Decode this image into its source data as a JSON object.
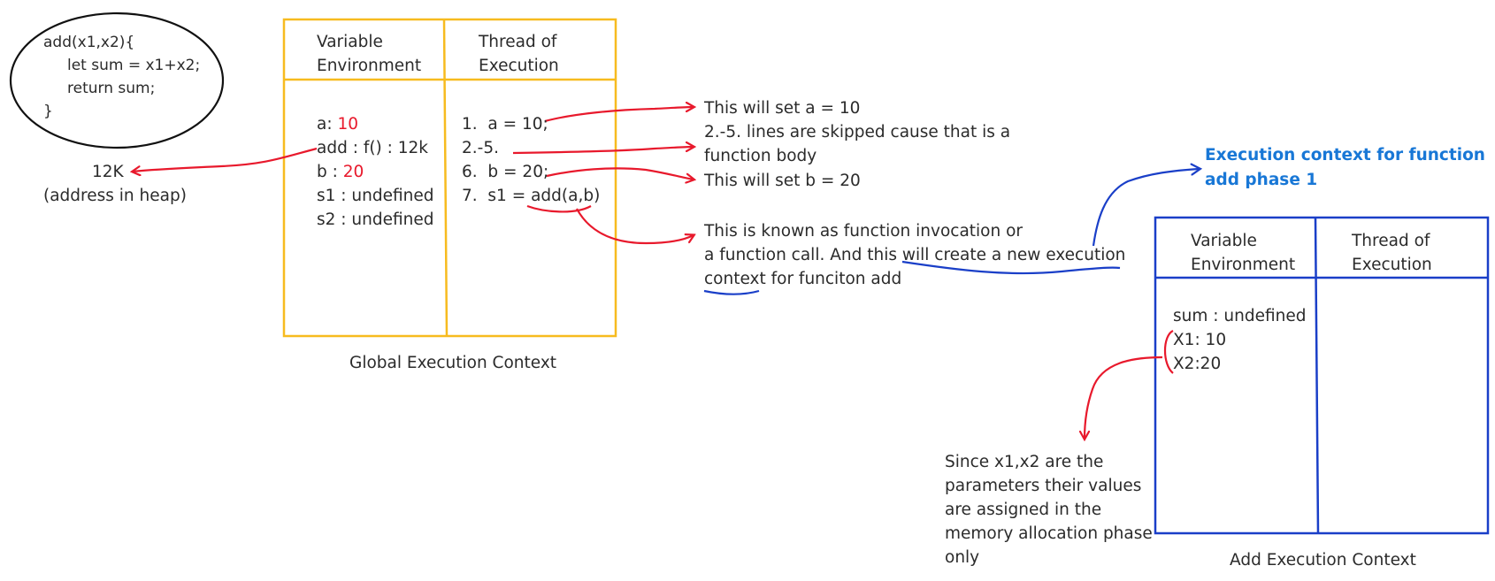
{
  "colors": {
    "global_box": "#f7bb1f",
    "add_box": "#1a3fc8",
    "arrow": "#e8192c",
    "highlight": "#1877d6",
    "text": "#2b2b2b"
  },
  "function_code": {
    "line1": "add(x1,x2){",
    "line2": "let sum = x1+x2;",
    "line3": "return sum;",
    "line4": "}"
  },
  "heap": {
    "address": "12K",
    "note": "(address in heap)"
  },
  "global_context": {
    "caption": "Global Execution Context",
    "var_env_header": "Variable\nEnvironment",
    "thread_header": "Thread of\nExecution",
    "variables": {
      "a_label": "a:",
      "a_value": "10",
      "add": "add : f() : 12k",
      "b_label": "b :",
      "b_value": "20",
      "s1": "s1 : undefined",
      "s2": "s2 : undefined"
    },
    "thread_lines": [
      "1.  a = 10;",
      "2.-5.",
      "6.  b = 20;",
      "7.  s1 = add(a,b)"
    ]
  },
  "annotations": {
    "set_a": "This will set a = 10",
    "skipped": "2.-5. lines are skipped cause that is a\nfunction body",
    "set_b": "This will set b = 20",
    "invocation_line1": "This is known as function invocation or",
    "invocation_line2": "a function call. And this will create a new execution",
    "invocation_line3": "context for funciton add"
  },
  "phase_title": "Execution context for function\nadd phase 1",
  "add_context": {
    "caption": "Add Execution Context",
    "var_env_header": "Variable\nEnvironment",
    "thread_header": "Thread of\nExecution",
    "variables": {
      "sum": "sum : undefined",
      "x1": "X1: 10",
      "x2": "X2:20"
    }
  },
  "params_note": "Since x1,x2 are the\nparameters their values\nare assigned in the\nmemory allocation phase\nonly"
}
